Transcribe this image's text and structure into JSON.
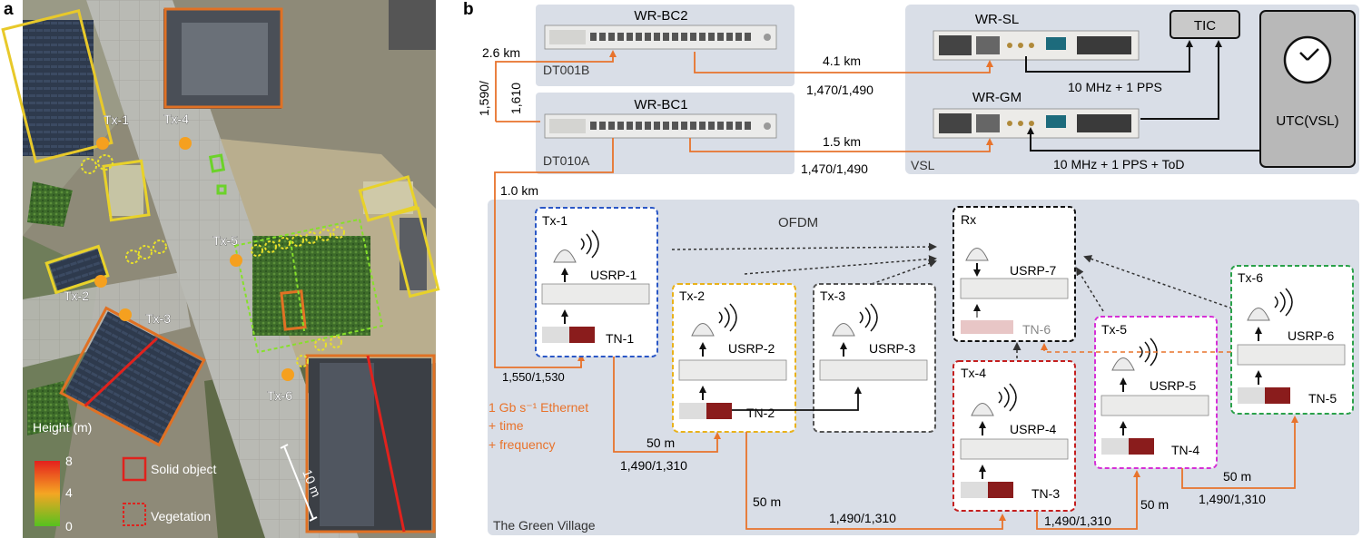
{
  "panel_a": {
    "letter": "a",
    "tx_labels": [
      "Tx-1",
      "Tx-4",
      "Tx-5",
      "Tx-2",
      "Tx-3",
      "Tx-6"
    ],
    "legend": {
      "title": "Height (m)",
      "ticks": [
        "8",
        "4",
        "0"
      ],
      "solid": "Solid object",
      "vegetation": "Vegetation"
    },
    "scale_label": "10 m"
  },
  "panel_b": {
    "letter": "b",
    "bc2_title": "WR-BC2",
    "bc2_loc": "DT001B",
    "bc1_title": "WR-BC1",
    "bc1_loc": "DT010A",
    "sl_title": "WR-SL",
    "gm_title": "WR-GM",
    "tic": "TIC",
    "utc": "UTC(VSL)",
    "vsl": "VSL",
    "link_bc2_km": "4.1 km",
    "link_bc2_wl": "1,470/1,490",
    "link_bc1_km": "1.5 km",
    "link_bc1_wl": "1,470/1,490",
    "sl_tic": "10 MHz + 1 PPS",
    "utc_gm": "10 MHz + 1 PPS + ToD",
    "bc2_bc1_km": "2.6 km",
    "bc2_bc1_wl1": "1,590/",
    "bc2_bc1_wl2": "1,610",
    "bc1_tn1_km": "1.0 km",
    "tn1_wl": "1,550/1,530",
    "eth1": "1 Gb s⁻¹ Ethernet",
    "eth2": "+ time",
    "eth3": "+ frequency",
    "green_village": "The Green Village",
    "ofdm": "OFDM",
    "nodes": {
      "tx1": {
        "name": "Tx-1",
        "usrp": "USRP-1",
        "tn": "TN-1"
      },
      "tx2": {
        "name": "Tx-2",
        "usrp": "USRP-2",
        "tn": "TN-2"
      },
      "tx3": {
        "name": "Tx-3",
        "usrp": "USRP-3"
      },
      "rx": {
        "name": "Rx",
        "usrp": "USRP-7",
        "tn": "TN-6"
      },
      "tx4": {
        "name": "Tx-4",
        "usrp": "USRP-4",
        "tn": "TN-3"
      },
      "tx5": {
        "name": "Tx-5",
        "usrp": "USRP-5",
        "tn": "TN-4"
      },
      "tx6": {
        "name": "Tx-6",
        "usrp": "USRP-6",
        "tn": "TN-5"
      }
    },
    "l1_m": "50 m",
    "l1_wl": "1,490/1,310",
    "l2_m": "50 m",
    "l2_wl": "1,490/1,310",
    "l3_m": "50 m",
    "l3_wl": "1,490/1,310",
    "l4_m": "50 m",
    "l4_wl": "1,490/1,310"
  },
  "colors": {
    "orange": "#e8732c",
    "panel_bg": "#d9dee7",
    "tx1": "#2a57c6",
    "tx2": "#e9b21b",
    "tx3": "#555555",
    "rx": "#111111",
    "tx4": "#c41f1f",
    "tx5": "#d630d6",
    "tx6": "#2aa14a"
  }
}
